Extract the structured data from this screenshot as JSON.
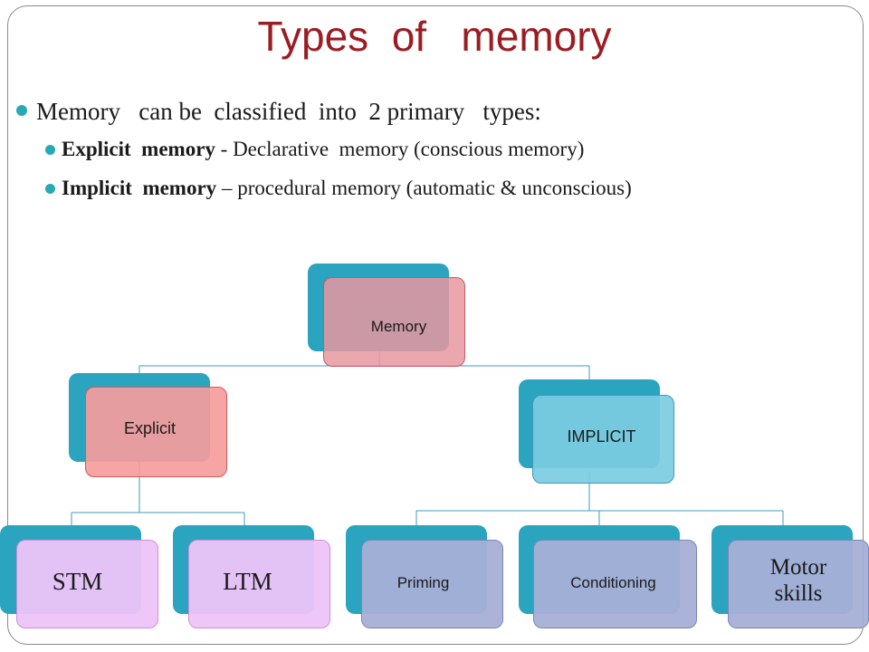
{
  "slide": {
    "title": "Types  of   memory",
    "bullets": {
      "main": "Memory   can be  classified  into  2 primary   types:",
      "explicit_term": "Explicit  memory",
      "explicit_rest": " - Declarative  memory (conscious memory)",
      "implicit_term": "Implicit  memory",
      "implicit_rest": " – procedural memory (automatic & unconscious)"
    }
  },
  "diagram": {
    "root": "Memory",
    "explicit": "Explicit",
    "implicit": "IMPLICIT",
    "stm": "STM",
    "ltm": "LTM",
    "priming": "Priming",
    "conditioning": "Conditioning",
    "motor_skills": "Motor skills"
  },
  "colors": {
    "title": "#9b1c22",
    "bullet": "#27a9b8",
    "box_back": "#2aa4bf",
    "memory_front": "#e898a0",
    "explicit_front": "#f69c9c",
    "implicit_front": "#7cccE2",
    "stm_ltm_front": "#edc4f8",
    "implicit_children_front": "#a6b0d6"
  }
}
